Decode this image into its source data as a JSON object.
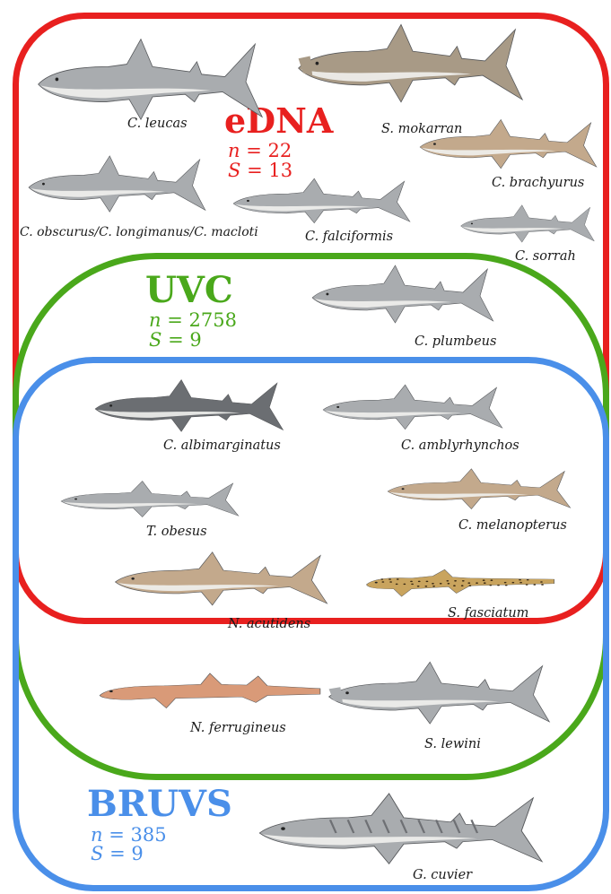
{
  "colors": {
    "edna": "#e8201f",
    "uvc": "#4aa81b",
    "bruvs": "#4a8fe9"
  },
  "methods": {
    "edna": {
      "label": "eDNA",
      "n_label": "n",
      "n_value": "= 22",
      "s_label": "S",
      "s_value": "= 13"
    },
    "uvc": {
      "label": "UVC",
      "n_label": "n",
      "n_value": "= 2758",
      "s_label": "S",
      "s_value": "= 9"
    },
    "bruvs": {
      "label": "BRUVS",
      "n_label": "n",
      "n_value": "= 385",
      "s_label": "S",
      "s_value": "= 9"
    }
  },
  "species": {
    "c_leucas": "C. leucas",
    "s_mokarran": "S. mokarran",
    "c_brachyurus": "C. brachyurus",
    "c_obscurus_group": "C. obscurus/C. longimanus/C. macloti",
    "c_falciformis": "C. falciformis",
    "c_sorrah": "C. sorrah",
    "c_plumbeus": "C. plumbeus",
    "c_albimarginatus": "C. albimarginatus",
    "c_amblyrhynchos": "C. amblyrhynchos",
    "t_obesus": "T. obesus",
    "c_melanopterus": "C. melanopterus",
    "n_acutidens": "N. acutidens",
    "s_fasciatum": "S. fasciatum",
    "n_ferrugineus": "N. ferrugineus",
    "s_lewini": "S. lewini",
    "g_cuvier": "G. cuvier"
  },
  "illustration_colors": {
    "grey": "#a9acaf",
    "dark_grey": "#6b6e72",
    "bronze": "#a89a86",
    "tan": "#c3a98c",
    "nurse": "#d99a78",
    "zebra": "#c9a45e",
    "belly": "#f1f1ee"
  }
}
